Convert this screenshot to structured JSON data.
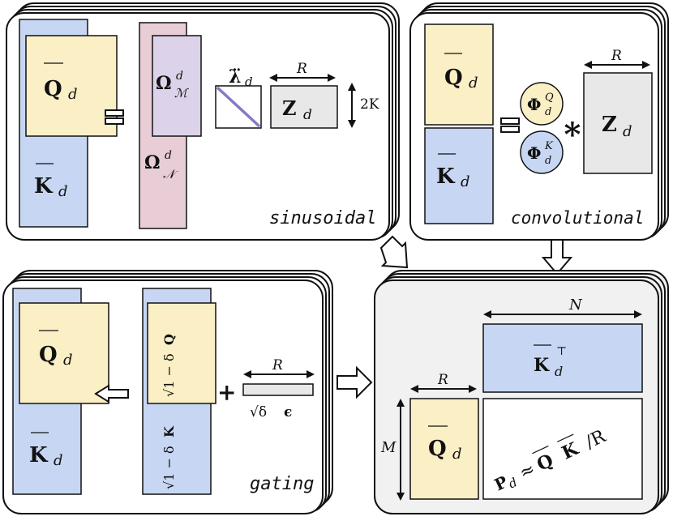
{
  "colors": {
    "q_fill": "#fbefc6",
    "k_fill": "#c7d7f3",
    "omega_n_fill": "#e9cdd6",
    "omega_m_fill": "#dcd3ea",
    "z_fill": "#e8e8e8",
    "panel_fill": "#ffffff",
    "panel_fill_right": "#f1f1f1",
    "diag_line": "#8878c4",
    "stroke": "#111111"
  },
  "panels": {
    "sinusoidal": {
      "caption": "sinusoidal",
      "q": "Q",
      "q_sub": "d",
      "k": "K",
      "k_sub": "d",
      "omega_m": "Ω",
      "omega_m_sup": "d",
      "omega_m_sub": "ℳ",
      "omega_n": "Ω",
      "omega_n_sup": "d",
      "omega_n_sub": "𝒩",
      "lambda": "λ̈",
      "lambda_sub": "d",
      "z": "Z",
      "z_sub": "d",
      "r_label": "R",
      "twok_label": "2K"
    },
    "convolutional": {
      "caption": "convolutional",
      "q": "Q",
      "q_sub": "d",
      "k": "K",
      "k_sub": "d",
      "phi_q": "Φ",
      "phi_q_sup": "Q",
      "phi_q_sub": "d",
      "phi_k": "Φ",
      "phi_k_sup": "K",
      "phi_k_sub": "d",
      "star": "∗",
      "z": "Z",
      "z_sub": "d",
      "r_label": "R"
    },
    "gating": {
      "caption": "gating",
      "q": "Q",
      "q_sub": "d",
      "k": "K",
      "k_sub": "d",
      "sqrt_q": "√1 − δ",
      "sqrt_q_tail": "Q",
      "sqrt_k": "√1 − δ",
      "sqrt_k_tail": "K",
      "plus": "+",
      "r_label": "R",
      "eps_label": "√δ",
      "eps_tail": "ϵ"
    },
    "result": {
      "n_label": "N",
      "r_label": "R",
      "m_label": "M",
      "kt": "K",
      "kt_sup": "⊤",
      "kt_sub": "d",
      "q": "Q",
      "q_sub": "d",
      "p_formula": "P",
      "p_sub": "d",
      "approx": "≈",
      "formula_q": "Q",
      "formula_k": "K",
      "formula_tail": "/R"
    }
  }
}
